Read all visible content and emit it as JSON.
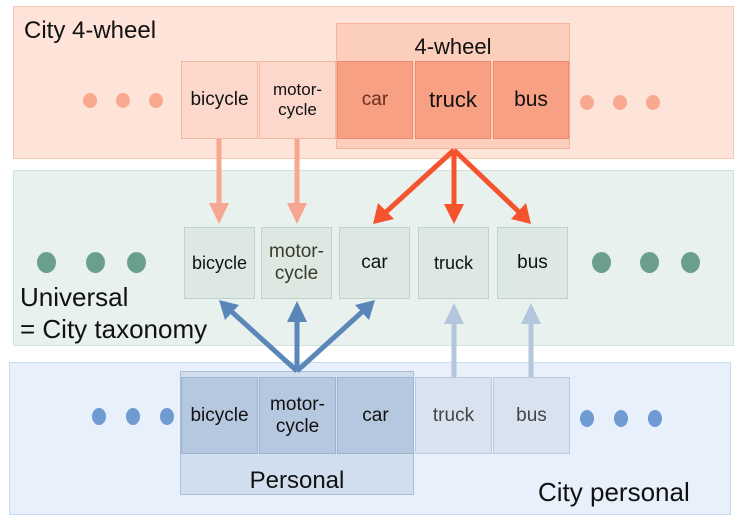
{
  "top_band": {
    "title": "City 4-wheel",
    "group_label": "4-wheel",
    "items": [
      "bicycle",
      "motor-\ncycle",
      "car",
      "truck",
      "bus"
    ]
  },
  "middle_band": {
    "title_line1": "Universal",
    "title_line2": "= City taxonomy",
    "items": [
      "bicycle",
      "motor-\ncycle",
      "car",
      "truck",
      "bus"
    ]
  },
  "bottom_band": {
    "title": "City personal",
    "group_label": "Personal",
    "items": [
      "bicycle",
      "motor-\ncycle",
      "car",
      "truck",
      "bus"
    ]
  },
  "colors": {
    "top_band_bg": "#fde3d8",
    "top_accent": "#f5522e",
    "middle_band_bg": "#e8f1ee",
    "middle_dot": "#6a9f90",
    "bottom_band_bg": "#e7f0fb",
    "bottom_accent": "#5b86b8",
    "bottom_dot": "#6f9bd2"
  }
}
